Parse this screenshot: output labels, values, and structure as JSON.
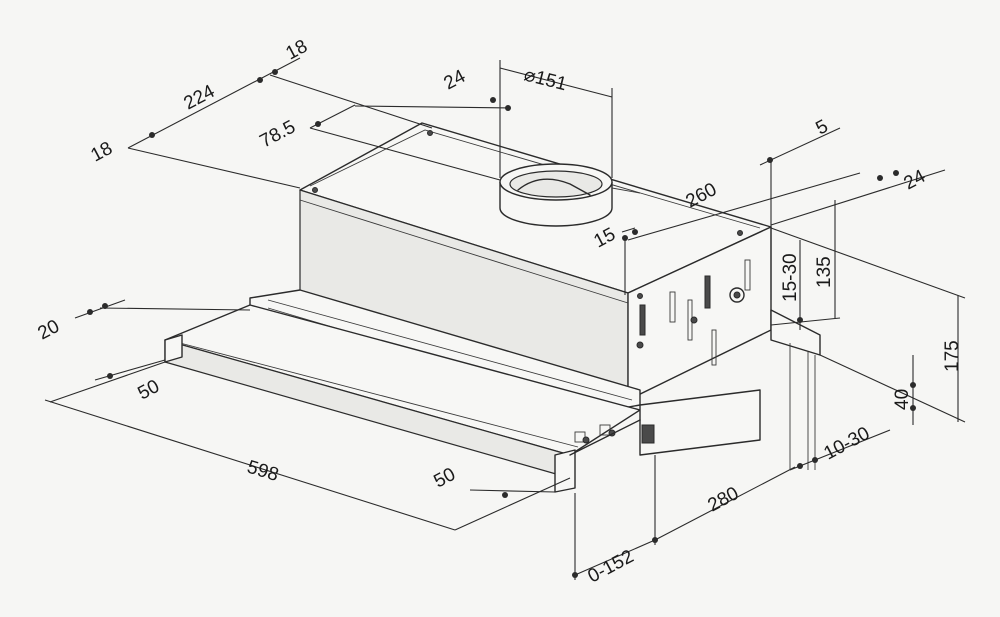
{
  "dimensions": {
    "d_diameter": "151",
    "d_18_top": "18",
    "d_224": "224",
    "d_24_top": "24",
    "d_78_5": "78.5",
    "d_18_left": "18",
    "d_260": "260",
    "d_5": "5",
    "d_24_right": "24",
    "d_15": "15",
    "d_15_30": "15-30",
    "d_135": "135",
    "d_175": "175",
    "d_40": "40",
    "d_10_30": "10-30",
    "d_280": "280",
    "d_0_152": "0-152",
    "d_20": "20",
    "d_50_left": "50",
    "d_598": "598",
    "d_50_bottom": "50"
  },
  "symbols": {
    "diameter": "⌀"
  }
}
